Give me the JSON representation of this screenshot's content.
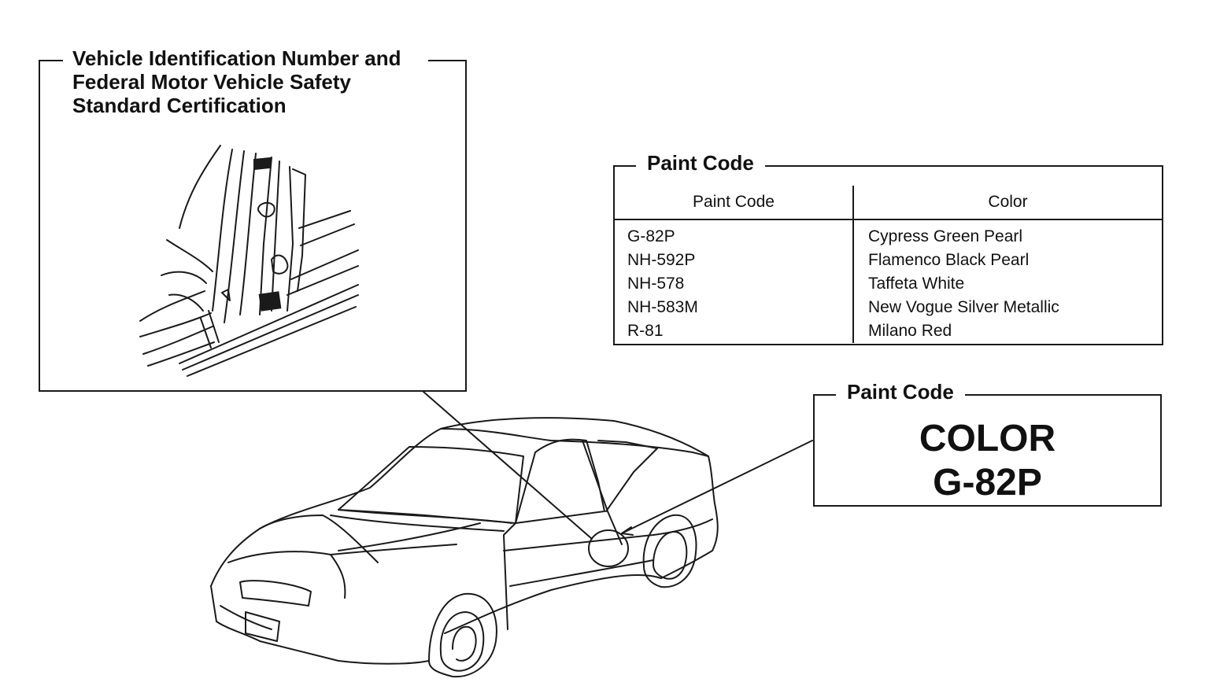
{
  "vin_panel": {
    "title": "Vehicle Identification Number and Federal Motor Vehicle Safety Standard Certification"
  },
  "paint_table": {
    "title": "Paint Code",
    "headers": [
      "Paint Code",
      "Color"
    ],
    "rows": [
      {
        "code": "G-82P",
        "color": "Cypress Green Pearl"
      },
      {
        "code": "NH-592P",
        "color": "Flamenco Black Pearl"
      },
      {
        "code": "NH-578",
        "color": "Taffeta White"
      },
      {
        "code": "NH-583M",
        "color": "New Vogue Silver Metallic"
      },
      {
        "code": "R-81",
        "color": "Milano Red"
      }
    ]
  },
  "label_panel": {
    "title": "Paint Code",
    "line1": "COLOR",
    "line2": "G-82P"
  }
}
